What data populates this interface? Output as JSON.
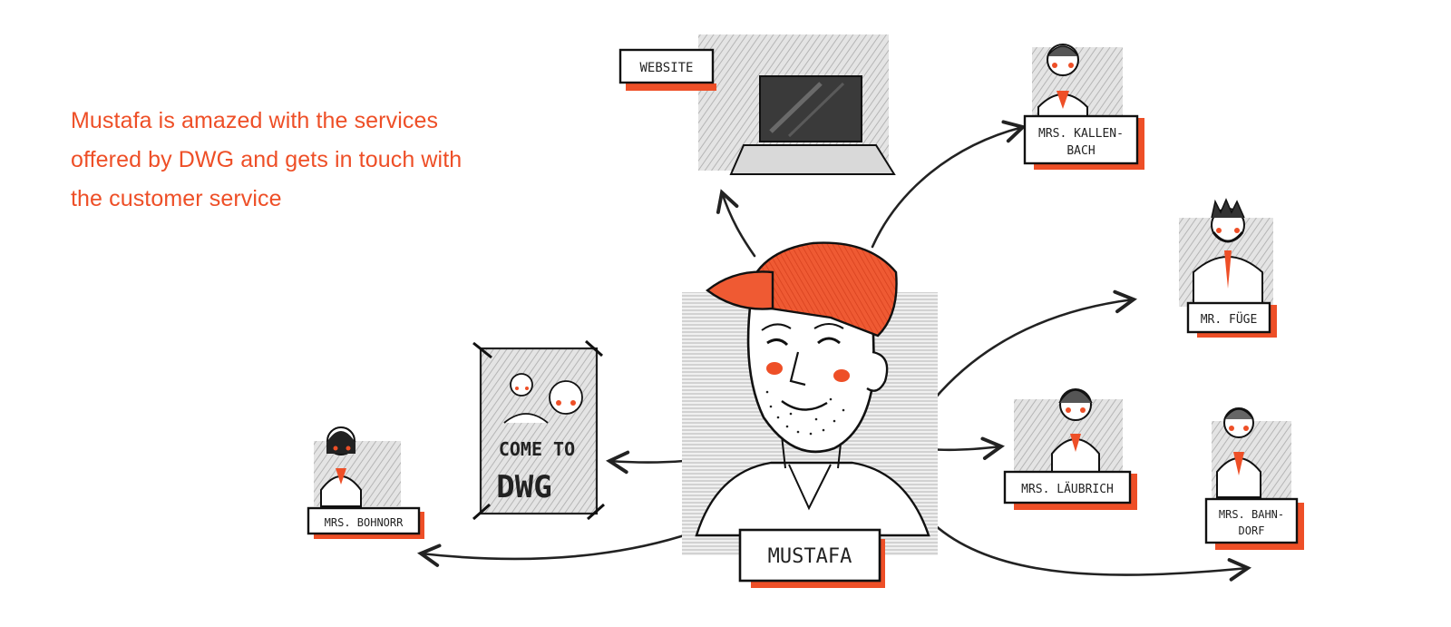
{
  "intro": {
    "text": "Mustafa is amazed with the services offered by DWG and gets in touch with the customer service"
  },
  "nodes": {
    "center": {
      "label": "MUSTAFA"
    },
    "website": {
      "label": "WEBSITE"
    },
    "poster": {
      "line1": "COME TO",
      "line2": "DWG"
    },
    "kallenbach": {
      "line1": "MRS. KALLEN-",
      "line2": "BACH"
    },
    "fuge": {
      "label": "MR. FÜGE"
    },
    "laubrich": {
      "label": "MRS. LÄUBRICH"
    },
    "bahndorf": {
      "line1": "MRS. BAHN-",
      "line2": "DORF"
    },
    "bohnorr": {
      "label": "MRS. BOHNORR"
    }
  },
  "colors": {
    "accent": "#ee4f27",
    "ink": "#222222",
    "shade": "#c9c9c9"
  }
}
